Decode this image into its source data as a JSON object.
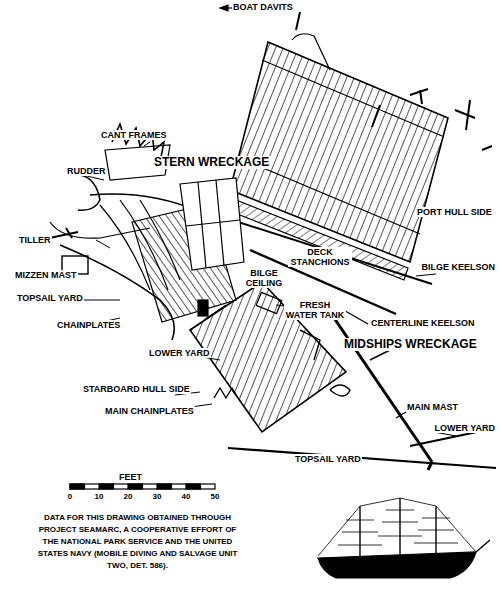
{
  "diagram": {
    "caption": "DATA FOR THIS DRAWING OBTAINED THROUGH PROJECT SEAMARC, A COOPERATIVE EFFORT OF THE NATIONAL PARK SERVICE AND THE UNITED STATES NAVY (MOBILE DIVING AND SALVAGE UNIT TWO, DET. 586).",
    "labels": [
      "BOAT DAVITS",
      "CANT FRAMES",
      "STERN WRECKAGE",
      "RUDDER",
      "PORT HULL SIDE",
      "TILLER",
      "DECK STANCHIONS",
      "BILGE KEELSON",
      "MIZZEN MAST",
      "BILGE CEILING",
      "FRESH WATER TANK",
      "TOPSAIL YARD",
      "CENTERLINE KEELSON",
      "CHAINPLATES",
      "MIDSHIPS WRECKAGE",
      "LOWER YARD",
      "STARBOARD HULL SIDE",
      "MAIN MAST",
      "MAIN CHAINPLATES",
      "LOWER YARD",
      "TOPSAIL YARD",
      "FEET",
      "0",
      "10",
      "20",
      "30",
      "40",
      "50"
    ]
  }
}
